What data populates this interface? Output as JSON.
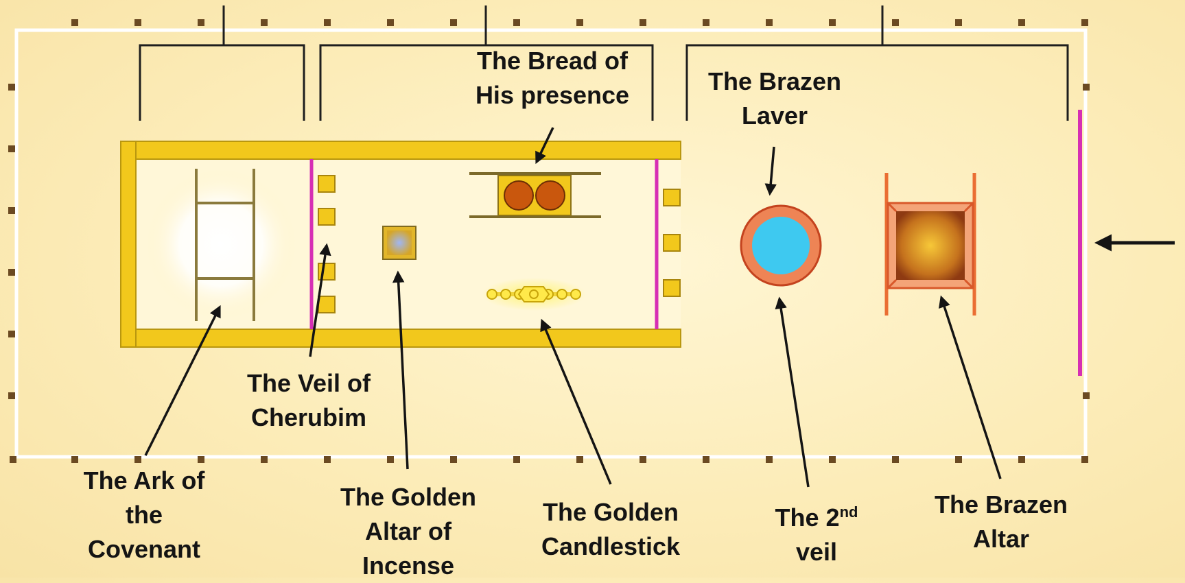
{
  "labels": {
    "bread": {
      "line1": "The Bread of",
      "line2": "His presence"
    },
    "laver": {
      "line1": "The Brazen",
      "line2": "Laver"
    },
    "veil_cherubim": {
      "line1": "The Veil of",
      "line2": "Cherubim"
    },
    "ark": {
      "line1": "The Ark of",
      "line2": "the",
      "line3": "Covenant"
    },
    "golden_altar": {
      "line1": "The Golden",
      "line2": "Altar of",
      "line3": "Incense"
    },
    "candlestick": {
      "line1": "The Golden",
      "line2": "Candlestick"
    },
    "second_veil": {
      "pre": "The 2",
      "sup": "nd",
      "line2": "veil"
    },
    "brazen_altar": {
      "line1": "The Brazen",
      "line2": "Altar"
    }
  },
  "colors": {
    "background": "#fcecb8",
    "gold": "#f2c81c",
    "gold_dark": "#b9970f",
    "veil": "#d62fb4",
    "court_line": "#ffffff",
    "post": "#6b4a22",
    "bronze": "#ee8455",
    "water": "#3ec9f0",
    "bread": "#c9570d",
    "ink": "#141414"
  }
}
